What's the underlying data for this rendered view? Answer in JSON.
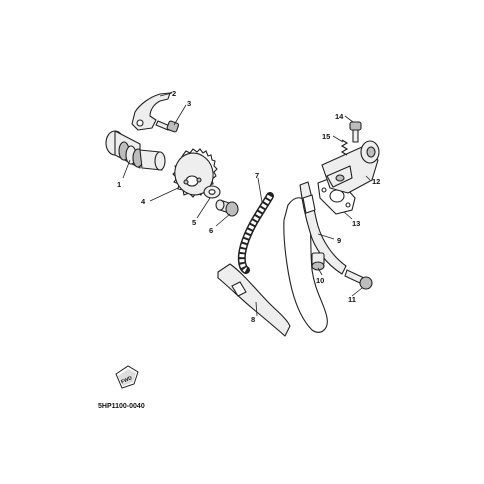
{
  "callouts": {
    "c1": "1",
    "c2": "2",
    "c3": "3",
    "c4": "4",
    "c5": "5",
    "c6": "6",
    "c7": "7",
    "c8": "8",
    "c9": "9",
    "c10": "10",
    "c11": "11",
    "c12": "12",
    "c13": "13",
    "c14": "14",
    "c15": "15"
  },
  "fwd_label": "FWD",
  "diagram_code": "5HP1100-0040"
}
